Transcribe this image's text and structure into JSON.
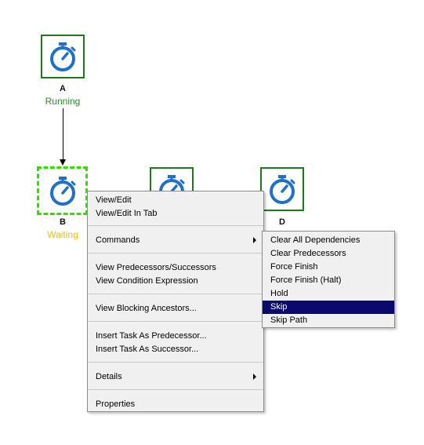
{
  "nodes": [
    {
      "id": "A",
      "label": "A",
      "status": "Running",
      "status_color": "#2a8a2a",
      "selected": false
    },
    {
      "id": "B",
      "label": "B",
      "status": "Waiting",
      "status_color": "#e8c020",
      "selected": true
    },
    {
      "id": "C",
      "label": "",
      "status": "",
      "selected": false
    },
    {
      "id": "D",
      "label": "D",
      "status": "",
      "selected": false
    }
  ],
  "icon_color": "#2070c8",
  "context_menu": {
    "view_edit": "View/Edit",
    "view_edit_in_tab": "View/Edit In Tab",
    "commands": "Commands",
    "view_predecessors_successors": "View Predecessors/Successors",
    "view_condition_expression": "View Condition Expression",
    "view_blocking_ancestors": "View Blocking Ancestors...",
    "insert_task_as_predecessor": "Insert Task As Predecessor...",
    "insert_task_as_successor": "Insert Task As Successor...",
    "details": "Details",
    "properties": "Properties"
  },
  "commands_submenu": {
    "clear_all_dependencies": "Clear All Dependencies",
    "clear_predecessors": "Clear Predecessors",
    "force_finish": "Force Finish",
    "force_finish_halt": "Force Finish (Halt)",
    "hold": "Hold",
    "skip": "Skip",
    "skip_path": "Skip Path",
    "highlighted_item": "Skip"
  }
}
